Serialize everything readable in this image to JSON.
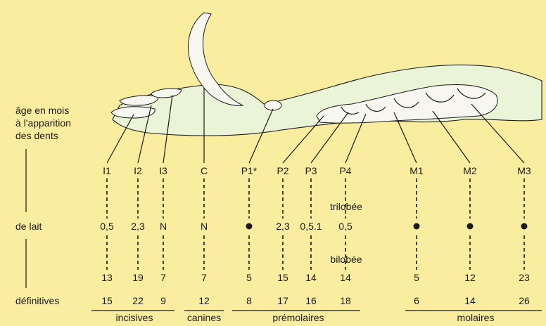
{
  "side_labels": {
    "age_line1": "âge en mois",
    "age_line2": "à l'apparition",
    "age_line3": "des dents",
    "milk": "de lait",
    "permanent": "définitives"
  },
  "teeth": [
    {
      "id": "i1",
      "label": "I1",
      "milk": "0,5",
      "upper": "13",
      "lower": "15",
      "dot": false
    },
    {
      "id": "i2",
      "label": "I2",
      "milk": "2,3",
      "upper": "19",
      "lower": "22",
      "dot": false
    },
    {
      "id": "i3",
      "label": "I3",
      "milk": "N",
      "upper": "7",
      "lower": "9",
      "dot": false
    },
    {
      "id": "c",
      "label": "C",
      "milk": "N",
      "upper": "7",
      "lower": "12",
      "dot": false
    },
    {
      "id": "p1",
      "label": "P1*",
      "milk": "",
      "upper": "5",
      "lower": "8",
      "dot": true
    },
    {
      "id": "p2",
      "label": "P2",
      "milk": "2,3",
      "upper": "15",
      "lower": "17",
      "dot": false
    },
    {
      "id": "p3",
      "label": "P3",
      "milk": "0,5.1",
      "upper": "14",
      "lower": "16",
      "dot": false
    },
    {
      "id": "p4",
      "label": "P4",
      "milk": "0,5",
      "upper": "14",
      "lower": "18",
      "dot": false
    },
    {
      "id": "m1",
      "label": "M1",
      "milk": "",
      "upper": "5",
      "lower": "6",
      "dot": true
    },
    {
      "id": "m2",
      "label": "M2",
      "milk": "",
      "upper": "12",
      "lower": "14",
      "dot": true
    },
    {
      "id": "m3",
      "label": "M3",
      "milk": "",
      "upper": "23",
      "lower": "26",
      "dot": true
    }
  ],
  "annotations": {
    "trilobed": "trilobée",
    "bilobed": "bilobée"
  },
  "groups": {
    "incisors": "incisives",
    "canines": "canines",
    "premolars": "prémolaires",
    "molars": "molaires"
  },
  "colors": {
    "background": "#fbed9f",
    "jaw": "#eaf5d8",
    "ink": "#1a1a1a"
  }
}
